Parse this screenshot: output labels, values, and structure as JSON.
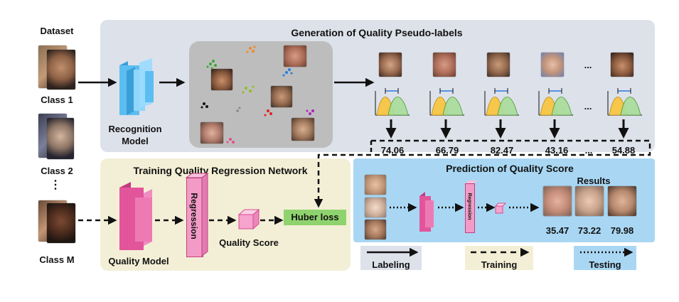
{
  "left": {
    "dataset_label": "Dataset",
    "class1_label": "Class 1",
    "class2_label": "Class 2",
    "ellipsis": "⋮",
    "classm_label": "Class M"
  },
  "generation": {
    "title": "Generation of Quality Pseudo-labels",
    "recognition_label_line1": "Recognition",
    "recognition_label_line2": "Model",
    "scores": [
      "74.06",
      "66.79",
      "82.47",
      "43.16",
      "...",
      "54.88"
    ],
    "dots": "..."
  },
  "training": {
    "title": "Training Quality Regression Network",
    "quality_model_label": "Quality Model",
    "regression_label": "Regression",
    "quality_score_label": "Quality Score",
    "huber_label": "Huber loss"
  },
  "prediction": {
    "title": "Prediction of Quality Score",
    "results_label": "Results",
    "regression_label": "Regression",
    "scores": [
      "35.47",
      "73.22",
      "79.98"
    ]
  },
  "legend": {
    "labeling": "Labeling",
    "training": "Training",
    "testing": "Testing"
  },
  "colors": {
    "gen_panel": "#dde1ea",
    "train_panel": "#f3efd6",
    "pred_panel": "#a9d7f3",
    "cluster_panel": "#bdbdbd",
    "recognition_blue": "#5cbef0",
    "quality_pink": "#e2559b",
    "regression_pink": "#f29bc6",
    "huber_green": "#8fd36f",
    "dist_yellow": "#f6c74a",
    "dist_green": "#a9dd9a"
  }
}
